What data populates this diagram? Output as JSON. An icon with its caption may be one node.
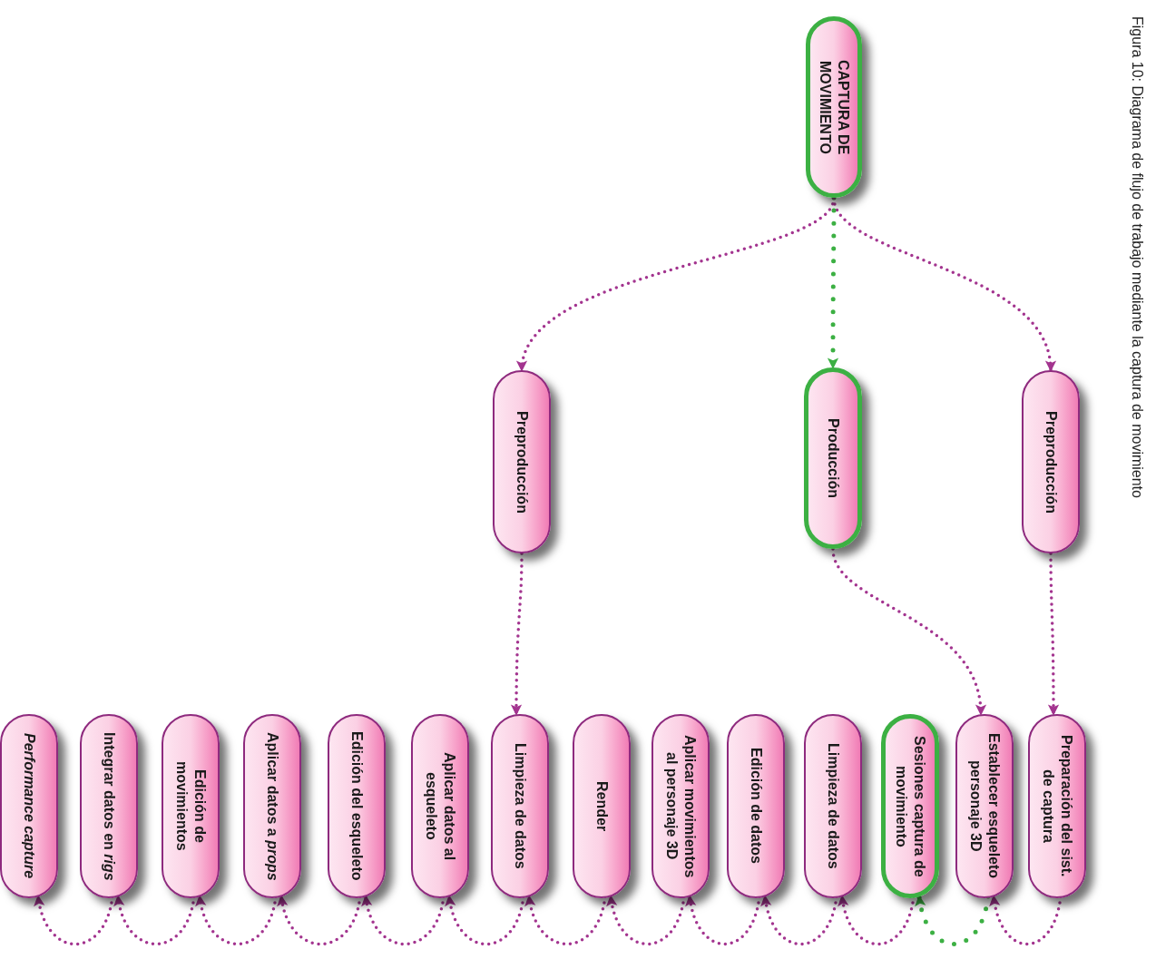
{
  "diagram": {
    "caption": "Figura 10: Diagrama de flujo de trabajo mediante la captura de movimiento",
    "nodes": [
      {
        "text": [
          "CAPTURA DE MOVIMIENTO"
        ]
      },
      {
        "text": [
          "Preproducción"
        ]
      },
      {
        "text": [
          "Producción"
        ]
      },
      {
        "text": [
          "Preproducción"
        ]
      },
      {
        "text": [
          "Preparación del sist. de captura"
        ]
      },
      {
        "text": [
          "Establecer esqueleto personaje 3D"
        ]
      },
      {
        "text": [
          "Sesiones captura de movimiento"
        ]
      },
      {
        "text": [
          "Limpieza de datos"
        ]
      },
      {
        "text": [
          "Edición de datos"
        ]
      },
      {
        "text": [
          "Aplicar movimientos al personaje 3D"
        ]
      },
      {
        "text": [
          "Render"
        ]
      },
      {
        "text": [
          "Limpieza de datos"
        ]
      },
      {
        "text": [
          "Aplicar datos al esqueleto"
        ]
      },
      {
        "text": [
          "Edición del esqueleto"
        ]
      },
      {
        "text": [
          "Aplicar datos a *props*"
        ]
      },
      {
        "text": [
          "Edición de movimientos"
        ]
      },
      {
        "text": [
          "Integrar datos en *rigs*"
        ]
      },
      {
        "text": [
          "*Performance capture*"
        ]
      }
    ],
    "edges": [
      {
        "from": 0,
        "to": 1,
        "arrow": "to"
      },
      {
        "from": 0,
        "to": 2,
        "arrow": "to",
        "color": "#3cb043"
      },
      {
        "from": 0,
        "to": 3,
        "arrow": "to"
      },
      {
        "from": 1,
        "to": 4,
        "arrow": "to"
      },
      {
        "from": 2,
        "to": 5,
        "arrow": "to"
      },
      {
        "from": 3,
        "to": 11,
        "arrow": "to"
      },
      {
        "from": 4,
        "to": 5,
        "arrow": "to"
      },
      {
        "from": 5,
        "to": 6,
        "arrow": "to",
        "color": "#3cb043"
      },
      {
        "from": 6,
        "to": 7,
        "arrow": "to"
      },
      {
        "from": 7,
        "to": 8,
        "arrow": "to"
      },
      {
        "from": 8,
        "to": 9,
        "arrow": "to"
      },
      {
        "from": 9,
        "to": 10,
        "arrow": "to"
      },
      {
        "from": 10,
        "to": 11,
        "arrow": "to"
      },
      {
        "from": 11,
        "to": 12,
        "arrow": "to"
      },
      {
        "from": 12,
        "to": 13,
        "arrow": "to"
      },
      {
        "from": 13,
        "to": 14,
        "arrow": "to"
      },
      {
        "from": 14,
        "to": 15,
        "arrow": "to"
      },
      {
        "from": 15,
        "to": 16,
        "arrow": "to"
      },
      {
        "from": 16,
        "to": 17,
        "arrow": "to"
      }
    ]
  }
}
